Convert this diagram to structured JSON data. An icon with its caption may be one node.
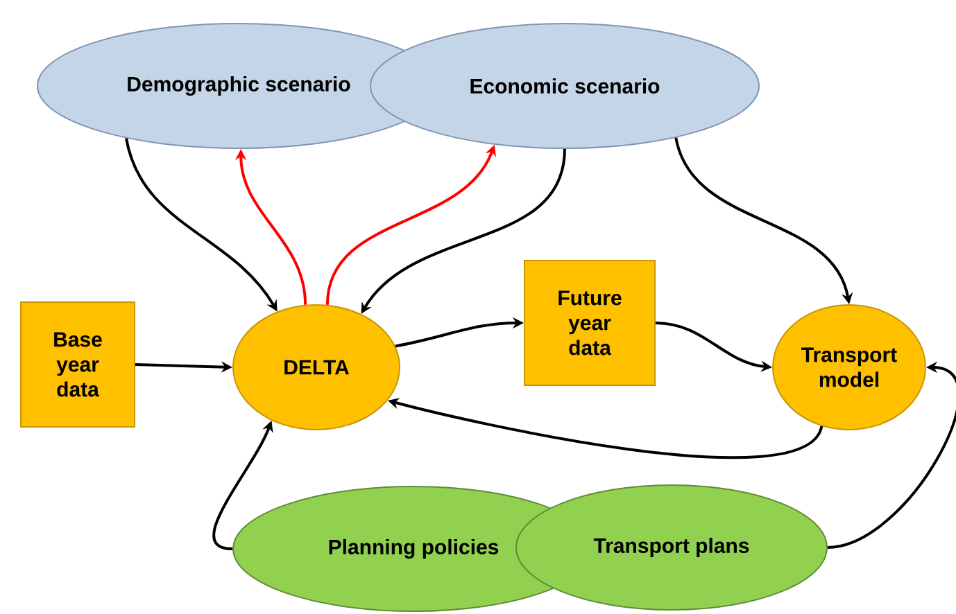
{
  "diagram": {
    "nodes": [
      {
        "text": [
          "Demographic scenario"
        ]
      },
      {
        "text": [
          "Economic scenario"
        ]
      },
      {
        "text": [
          "Base year data"
        ]
      },
      {
        "text": [
          "DELTA"
        ]
      },
      {
        "text": [
          "Future year data"
        ]
      },
      {
        "text": [
          "Transport model"
        ]
      },
      {
        "text": [
          "Planning policies"
        ]
      },
      {
        "text": [
          "Transport plans"
        ]
      }
    ],
    "edges": [
      {
        "from": 0,
        "to": 3,
        "arrow": "to"
      },
      {
        "from": 1,
        "to": 3,
        "arrow": "to"
      },
      {
        "from": 3,
        "to": 0,
        "arrow": "to",
        "color": "#ff0000"
      },
      {
        "from": 3,
        "to": 1,
        "arrow": "to",
        "color": "#ff0000"
      },
      {
        "from": 1,
        "to": 5,
        "arrow": "to"
      },
      {
        "from": 2,
        "to": 3,
        "arrow": "to"
      },
      {
        "from": 3,
        "to": 4,
        "arrow": "to"
      },
      {
        "from": 4,
        "to": 5,
        "arrow": "to"
      },
      {
        "from": 5,
        "to": 3,
        "arrow": "to"
      },
      {
        "from": 6,
        "to": 3,
        "arrow": "to"
      },
      {
        "from": 7,
        "to": 5,
        "arrow": "to"
      }
    ]
  }
}
